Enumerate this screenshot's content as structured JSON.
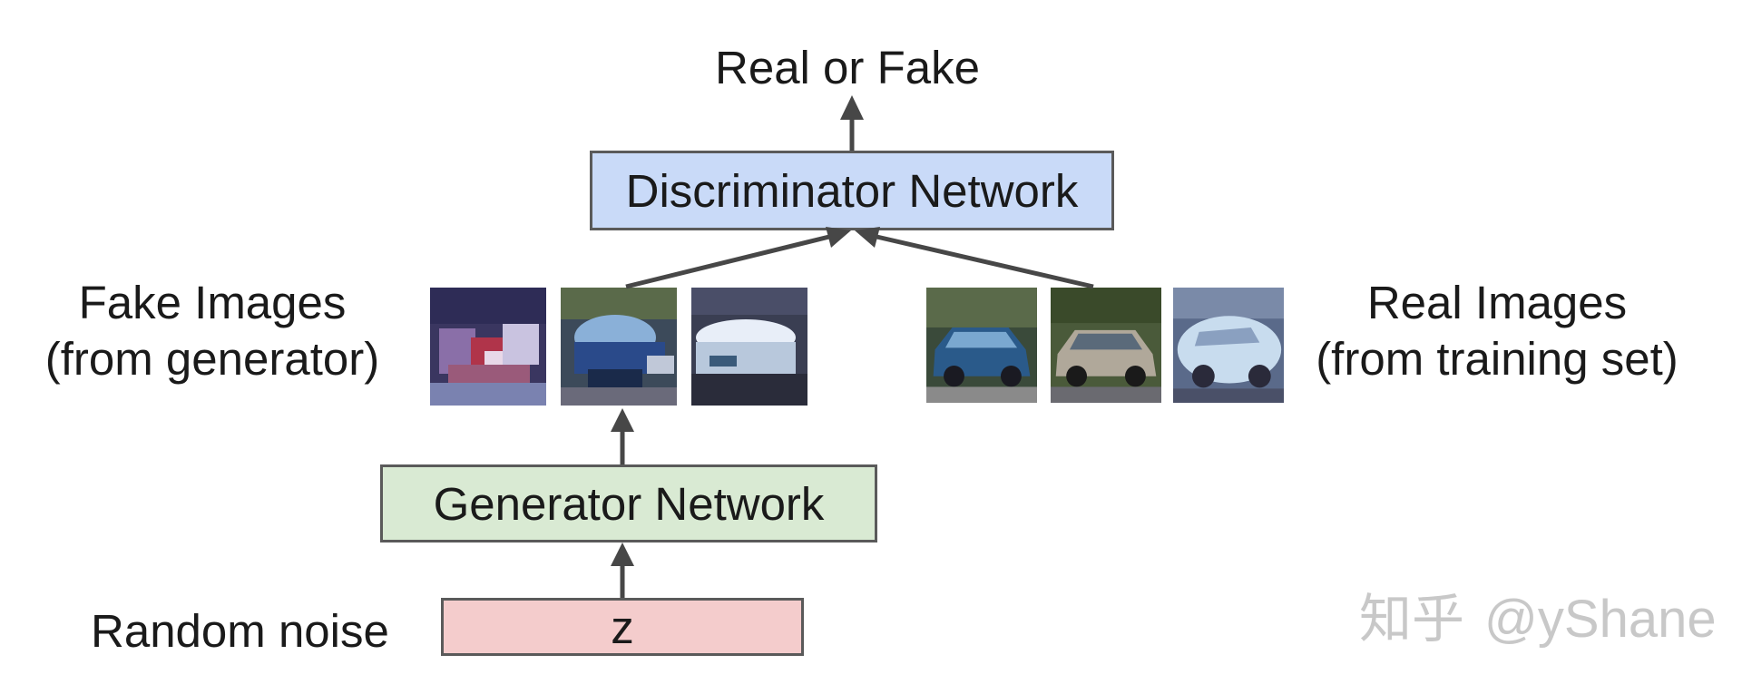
{
  "labels": {
    "output": "Real or Fake",
    "fake_line1": "Fake Images",
    "fake_line2": "(from generator)",
    "real_line1": "Real Images",
    "real_line2": "(from training set)",
    "noise": "Random noise"
  },
  "boxes": {
    "discriminator": {
      "label": "Discriminator Network",
      "color": "#c9daf8"
    },
    "generator": {
      "label": "Generator Network",
      "color": "#d9ead3"
    },
    "z": {
      "label": "z",
      "color": "#f4cccc"
    }
  },
  "images": {
    "fake": [
      "fake-image-1",
      "fake-image-2",
      "fake-image-3"
    ],
    "real": [
      "real-car-image-1",
      "real-car-image-2",
      "real-car-image-3"
    ]
  },
  "watermark": {
    "logo": "知乎",
    "handle": "@yShane"
  },
  "colors": {
    "arrow": "#474747",
    "border": "#5a5a5a"
  }
}
